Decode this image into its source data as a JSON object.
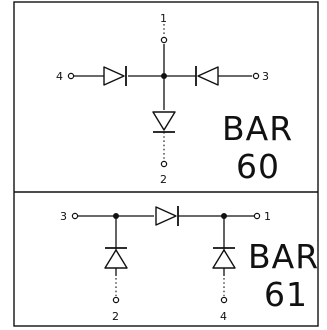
{
  "schematics": [
    {
      "part_line1": "BAR",
      "part_line2": "60",
      "pins": {
        "top": "1",
        "left": "4",
        "right": "3",
        "bottom": "2"
      }
    },
    {
      "part_line1": "BAR",
      "part_line2": "61",
      "pins": {
        "left": "3",
        "right": "1",
        "bottom_left": "2",
        "bottom_right": "4"
      }
    }
  ]
}
